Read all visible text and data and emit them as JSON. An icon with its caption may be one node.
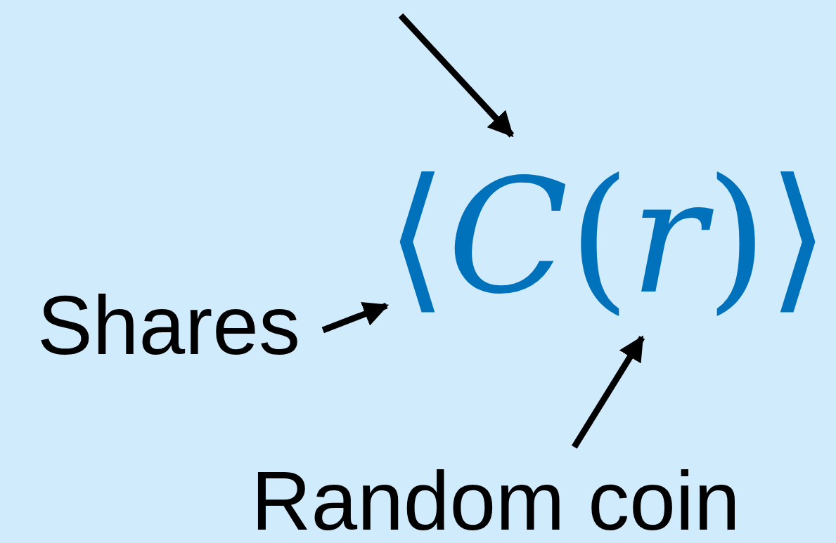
{
  "diagram": {
    "nodes": [
      {
        "text": [
          "⟨*C*(*r*)⟩"
        ]
      },
      {
        "text": [
          "Shares"
        ]
      },
      {
        "text": [
          "Random coin"
        ]
      }
    ],
    "edges": [
      {
        "from": null,
        "to": 0,
        "arrow": "to"
      },
      {
        "from": 1,
        "to": 0,
        "arrow": "to"
      },
      {
        "from": 2,
        "to": 0,
        "arrow": "to"
      }
    ]
  }
}
